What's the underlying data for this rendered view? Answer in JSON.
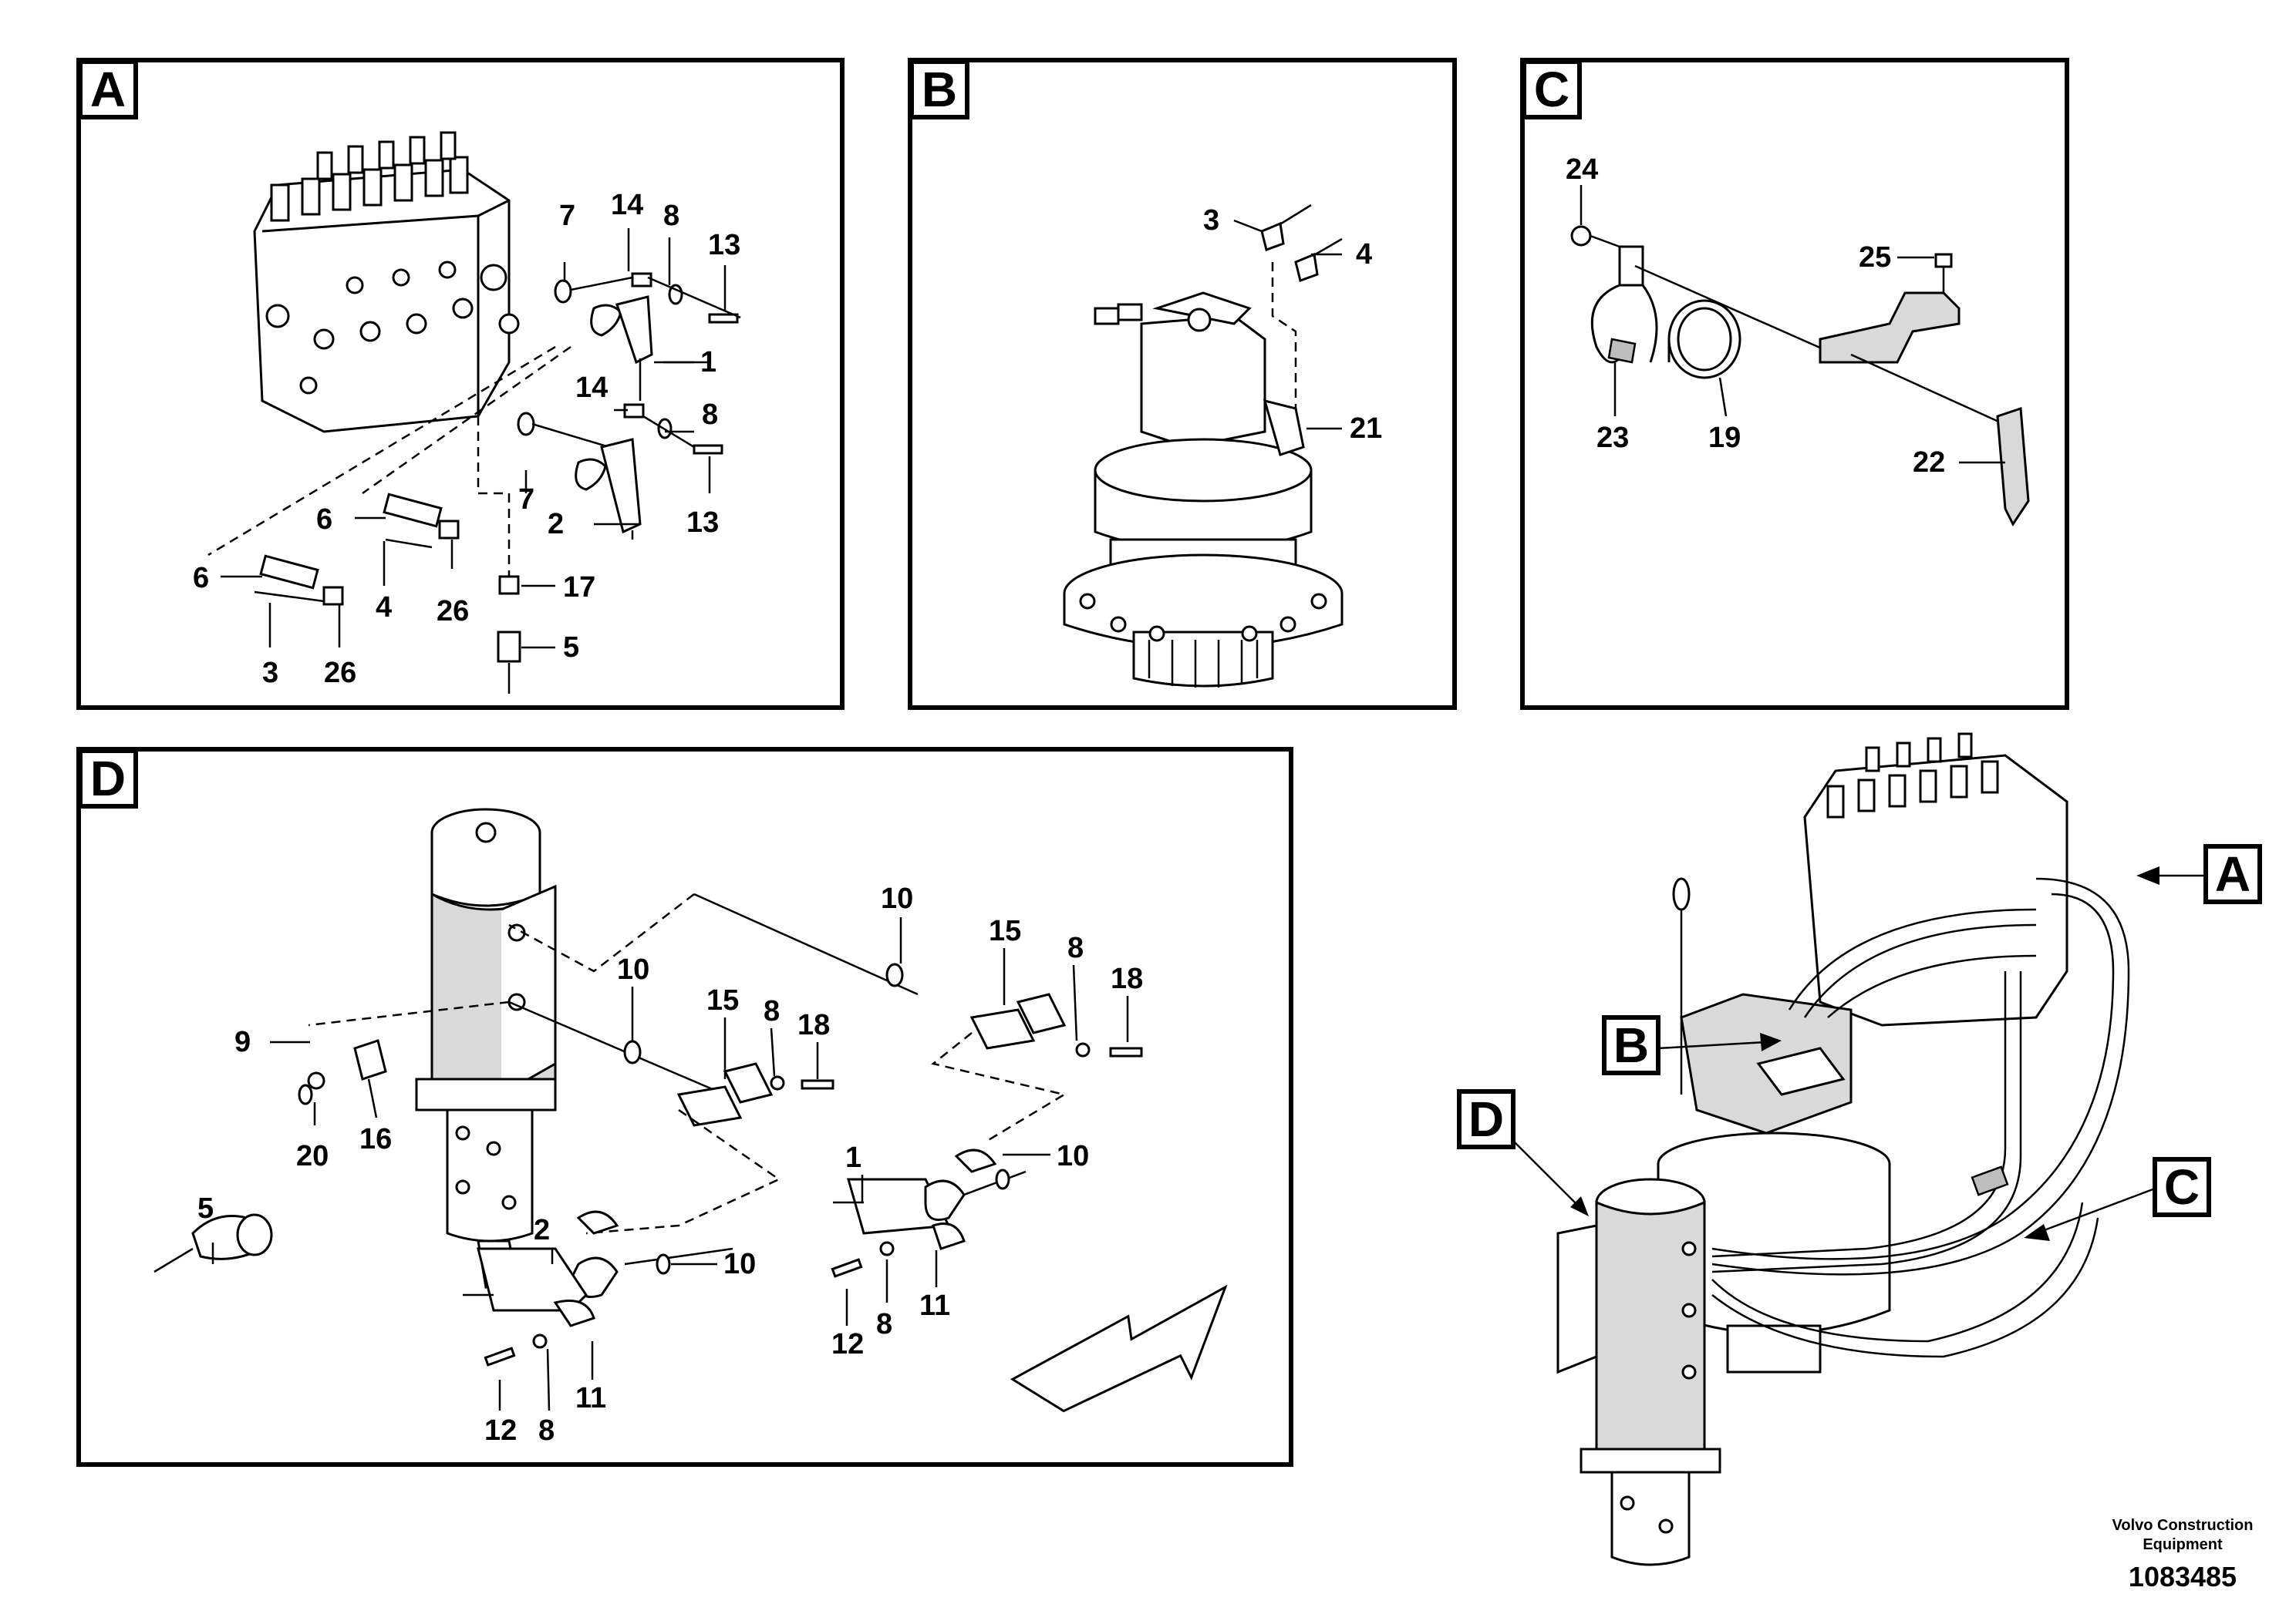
{
  "panels": [
    {
      "id": "A",
      "label": "A"
    },
    {
      "id": "B",
      "label": "B"
    },
    {
      "id": "C",
      "label": "C"
    },
    {
      "id": "D",
      "label": "D"
    }
  ],
  "overview_tags": {
    "A": "A",
    "B": "B",
    "C": "C",
    "D": "D"
  },
  "callouts": {
    "A": {
      "c7a": "7",
      "c14a": "14",
      "c8a": "8",
      "c13a": "13",
      "c1": "1",
      "c14b": "14",
      "c8b": "8",
      "c7b": "7",
      "c2": "2",
      "c13b": "13",
      "c6a": "6",
      "c6b": "6",
      "c4": "4",
      "c26a": "26",
      "c3": "3",
      "c26b": "26",
      "c17": "17",
      "c5": "5"
    },
    "B": {
      "c3": "3",
      "c4": "4",
      "c21": "21"
    },
    "C": {
      "c24": "24",
      "c25": "25",
      "c23": "23",
      "c19": "19",
      "c22": "22"
    },
    "D": {
      "c10a": "10",
      "c15a": "15",
      "c8a": "8",
      "c18a": "18",
      "c10b": "10",
      "c15b": "15",
      "c8b": "8",
      "c18b": "18",
      "c9": "9",
      "c20": "20",
      "c16": "16",
      "c5": "5",
      "c1": "1",
      "c10c": "10",
      "c2": "2",
      "c10d": "10",
      "c12a": "12",
      "c8c": "8",
      "c11a": "11",
      "c12b": "12",
      "c8d": "8",
      "c11b": "11"
    }
  },
  "footer": {
    "company_line1": "Volvo Construction",
    "company_line2": "Equipment",
    "doc_number": "1083485"
  }
}
